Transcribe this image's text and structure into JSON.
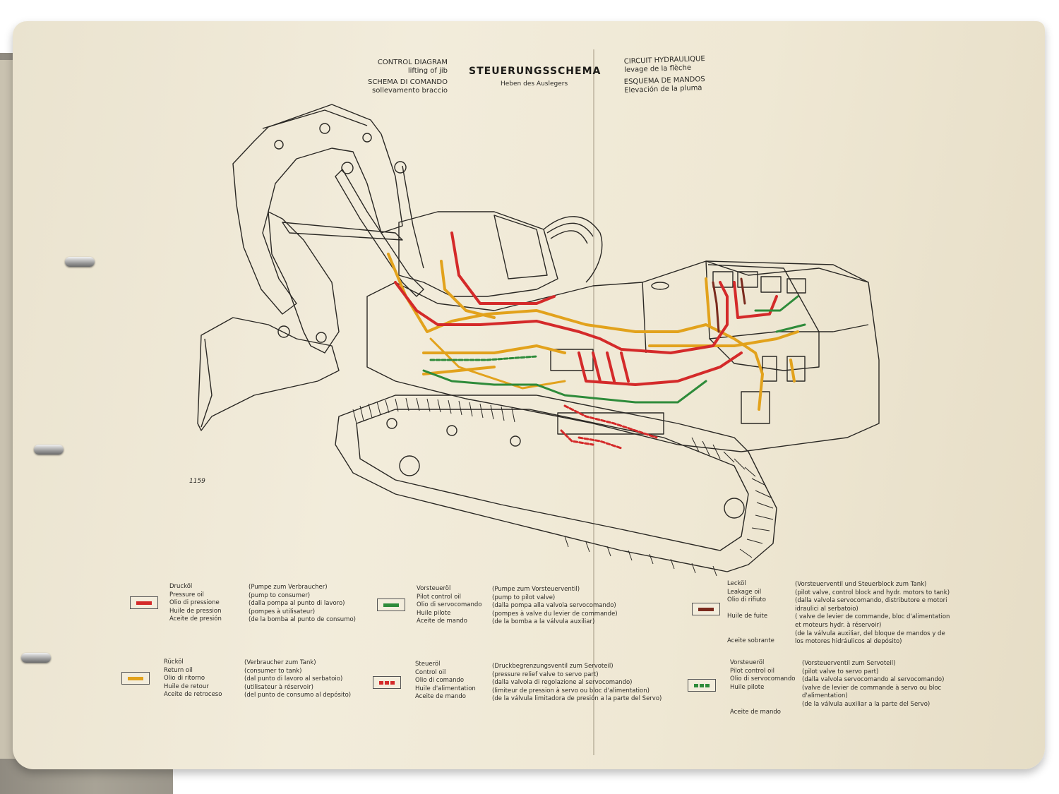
{
  "header": {
    "en_title": "CONTROL DIAGRAM",
    "en_sub": "lifting of jib",
    "it_title": "SCHEMA DI COMANDO",
    "it_sub": "sollevamento braccio",
    "de_title": "STEUERUNGSSCHEMA",
    "de_sub": "Heben des Auslegers",
    "fr_title": "CIRCUIT HYDRAULIQUE",
    "fr_sub": "levage de la flèche",
    "es_title": "ESQUEMA DE MANDOS",
    "es_sub": "Elevación de la pluma"
  },
  "drawing": {
    "number": "1159"
  },
  "legend": [
    {
      "id": "pressure",
      "color": "#d42a2a",
      "style": "solid",
      "names": [
        "Drucköl",
        "Pressure oil",
        "Olio di pressione",
        "Huile de pression",
        "Aceite de presión"
      ],
      "desc": [
        "(Pumpe zum Verbraucher)",
        "(pump to consumer)",
        "(dalla pompa al punto di lavoro)",
        "(pompes à utilisateur)",
        "(de la bomba al punto de consumo)"
      ]
    },
    {
      "id": "pilot",
      "color": "#2e8b3a",
      "style": "solid",
      "names": [
        "Vorsteueröl",
        "Pilot control oil",
        "Olio di servocomando",
        "Huile pilote",
        "Aceite de mando"
      ],
      "desc": [
        "(Pumpe zum Vorsteuerventil)",
        "(pump to pilot valve)",
        "(dalla pompa alla valvola servocomando)",
        "(pompes à valve du levier de commande)",
        "(de la bomba a la válvula auxiliar)"
      ]
    },
    {
      "id": "leakage",
      "color": "#7a2a1e",
      "style": "solid",
      "names": [
        "Lecköl",
        "Leakage oil",
        "Olio di rifiuto",
        "",
        "Huile de fuite",
        "",
        "",
        "Aceite sobrante",
        ""
      ],
      "desc": [
        "(Vorsteuerventil und Steuerblock zum Tank)",
        "(pilot valve, control block and hydr. motors to tank)",
        "(dalla valvola servocomando, distributore e motori",
        " idraulici al serbatoio)",
        "( valve de levier de commande, bloc d'alimentation",
        " et moteurs hydr. à réservoir)",
        "(de la válvula auxiliar, del bloque de mandos y de",
        " los motores hidráulicos al depósito)"
      ]
    },
    {
      "id": "return",
      "color": "#e2a21c",
      "style": "solid",
      "names": [
        "Rücköl",
        "Return oil",
        "Olio di ritorno",
        "Huile de retour",
        "Aceite de retroceso"
      ],
      "desc": [
        "(Verbraucher zum Tank)",
        "(consumer to tank)",
        "(dal punto di lavoro al serbatoio)",
        "(utilisateur à réservoir)",
        "(del punto de consumo al depósito)"
      ]
    },
    {
      "id": "control",
      "color": "#d42a2a",
      "style": "dashed",
      "names": [
        "Steueröl",
        "Control oil",
        "Olio di comando",
        "Huile d'alimentation",
        "Aceite de mando"
      ],
      "desc": [
        "(Druckbegrenzungsventil zum Servoteil)",
        "(pressure relief valve to servo part)",
        "(dalla valvola di regolazione al servocomando)",
        "(limiteur de pression à servo ou bloc d'alimentation)",
        "(de la válvula limitadora de presión a la parte del Servo)"
      ]
    },
    {
      "id": "pilot2",
      "color": "#2e8b3a",
      "style": "dashed",
      "names": [
        "Vorsteueröl",
        "Pilot control oil",
        "Olio di servocomando",
        "Huile pilote",
        "",
        "",
        "Aceite de mando"
      ],
      "desc": [
        "(Vorsteuerventil zum Servoteil)",
        "(pilot valve to servo part)",
        "(dalla valvola servocomando al servocomando)",
        "(valve de levier de commande à servo ou bloc",
        "  d'alimentation)",
        "(de la válvula auxiliar a la parte del Servo)"
      ]
    }
  ]
}
